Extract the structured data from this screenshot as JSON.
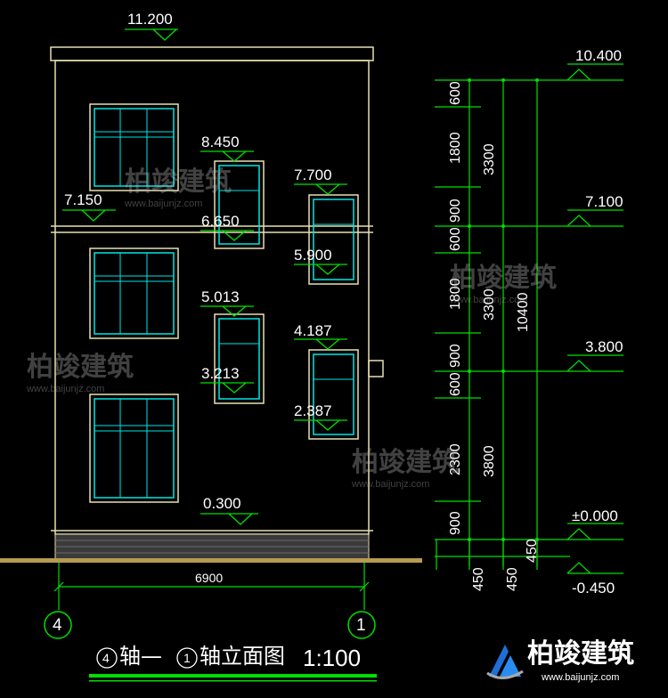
{
  "elevations": {
    "roof": "11.200",
    "floor2": "7.150",
    "top_right": "10.400",
    "level_7100": "7.100",
    "level_3800": "3.800",
    "ground": "±0.000",
    "outdoor": "-0.450",
    "base": "0.300"
  },
  "window_marks": {
    "w1_top": "8.450",
    "w1_bottom": "6.650",
    "w2_top": "7.700",
    "w2_bottom": "5.900",
    "w3_top": "5.013",
    "w3_bottom": "3.213",
    "w4_top": "4.187",
    "w4_bottom": "2.387"
  },
  "dimensions": {
    "col1": [
      "600",
      "1800",
      "900",
      "600",
      "1800",
      "900",
      "600",
      "2300",
      "900"
    ],
    "col2": [
      "3300",
      "3300",
      "3800"
    ],
    "col3": "10400",
    "bottom": [
      "450",
      "450",
      "450"
    ],
    "width": "6900"
  },
  "axes": {
    "left": "4",
    "right": "1"
  },
  "title": {
    "axis_left": "4",
    "text1": "轴—",
    "axis_right": "1",
    "text2": "轴立面图",
    "scale": "1:100"
  },
  "watermark": {
    "brand": "柏竣建筑",
    "url": "www.baijunjz.com"
  },
  "colors": {
    "line": "#e8e0b0",
    "window": "#00e5e5",
    "dim": "#00e000",
    "text": "#ffffff",
    "ground": "#b89a52"
  }
}
